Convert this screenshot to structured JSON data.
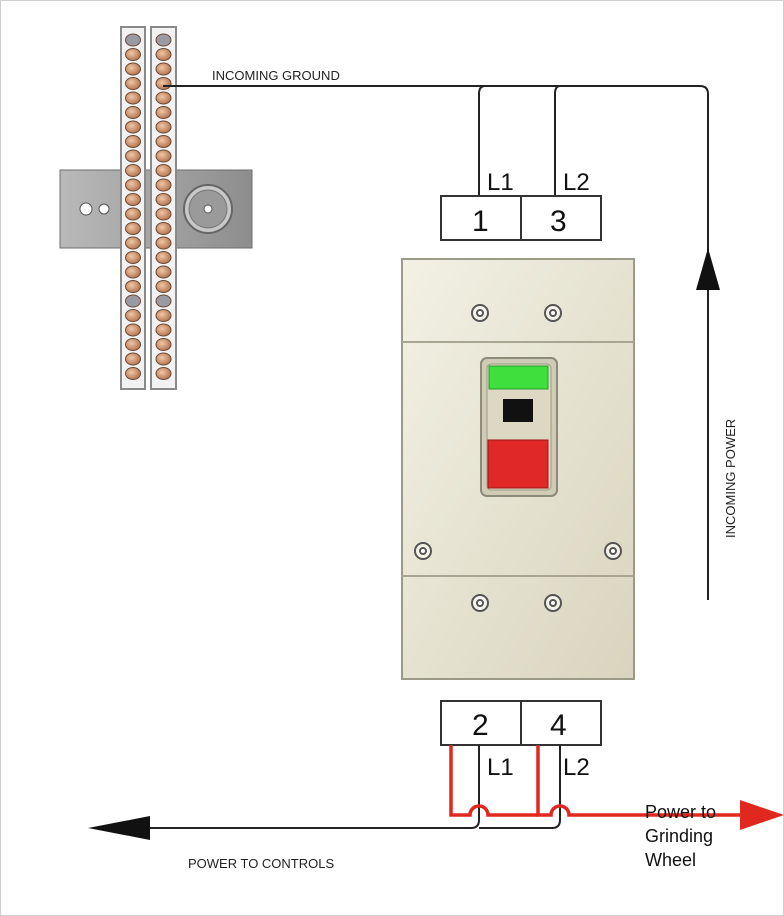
{
  "labels": {
    "incoming_ground": "INCOMING GROUND",
    "incoming_power": "INCOMING POWER",
    "power_to_controls": "POWER TO CONTROLS",
    "power_to_grinding_wheel": "Power to Grinding Wheel"
  },
  "top_terminals": [
    {
      "number": "1",
      "line": "L1"
    },
    {
      "number": "3",
      "line": "L2"
    }
  ],
  "bottom_terminals": [
    {
      "number": "2",
      "line": "L1"
    },
    {
      "number": "4",
      "line": "L2"
    }
  ],
  "colors": {
    "wire": "#222222",
    "load_wire": "#e0281e",
    "start_button": "#3ee03e",
    "stop_button": "#e02828",
    "switch_body": "#e9e6d3",
    "busbar": "#d9a07a"
  }
}
